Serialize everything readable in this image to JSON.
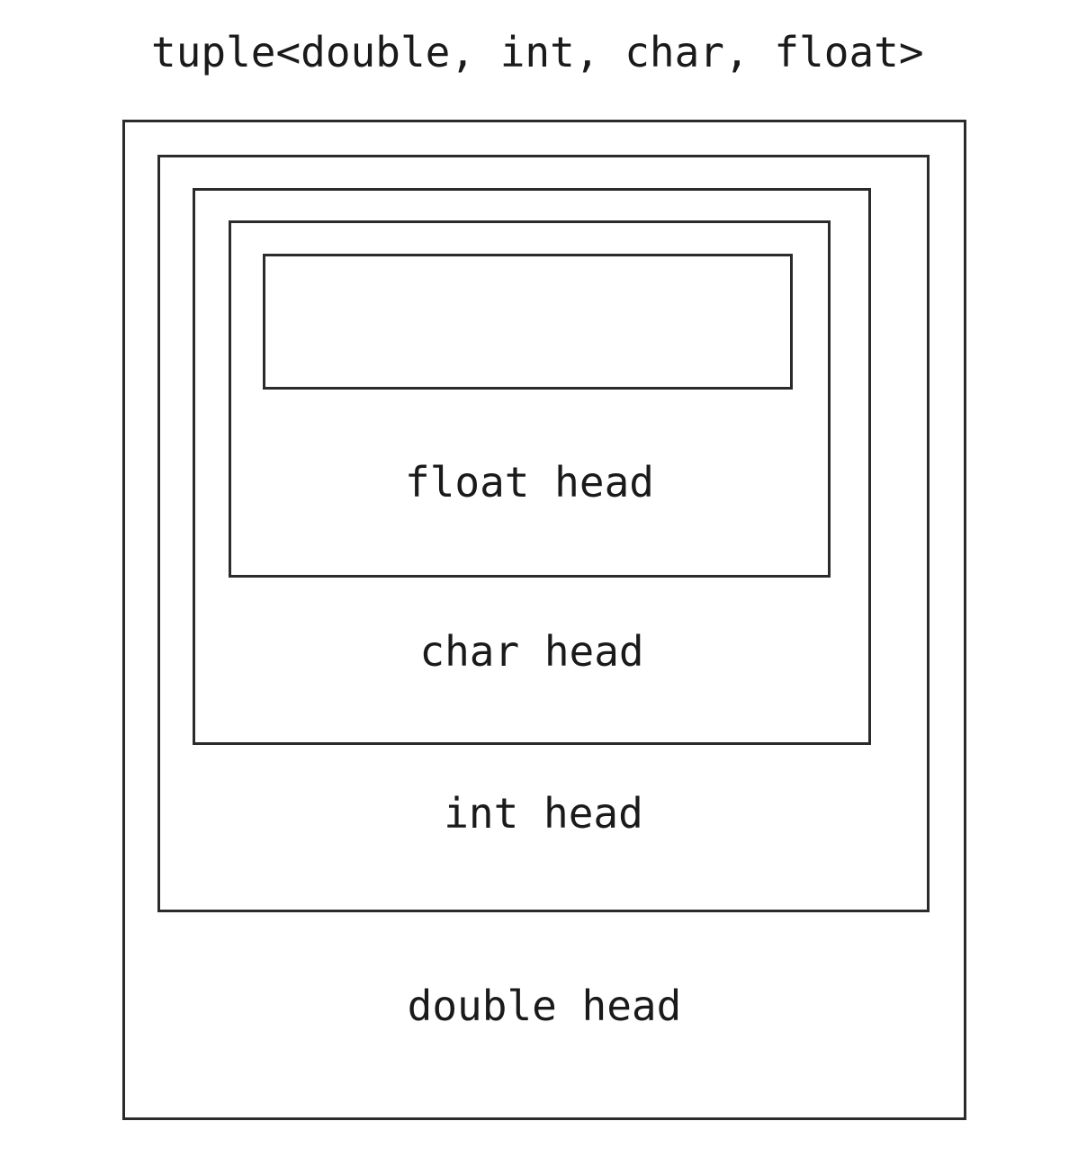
{
  "title": "tuple<double, int, char, float>",
  "layers": {
    "float_label": "float head",
    "char_label": "char head",
    "int_label": "int head",
    "double_label": "double head"
  }
}
